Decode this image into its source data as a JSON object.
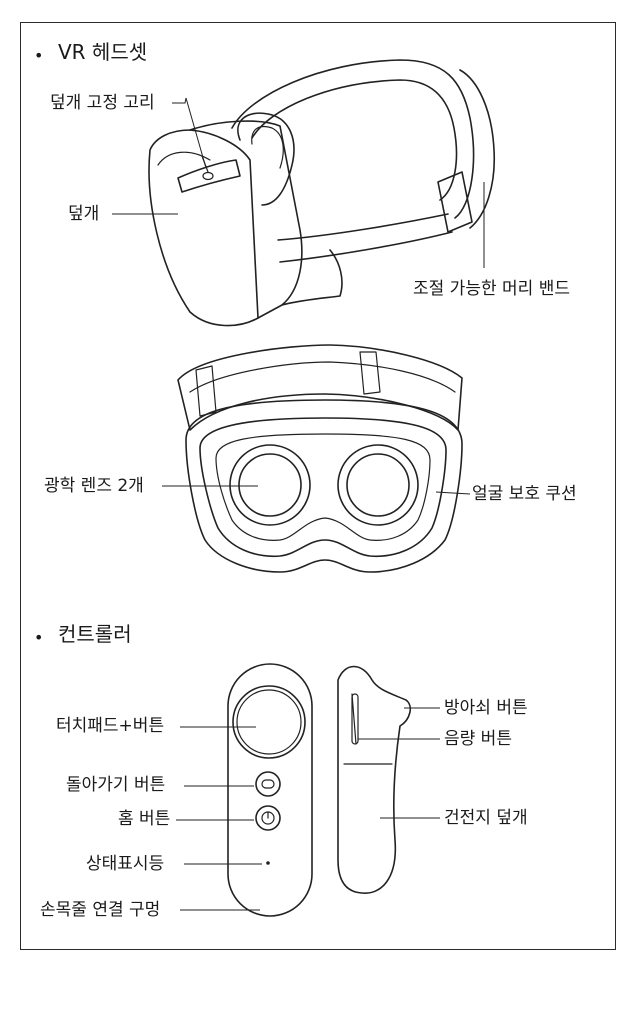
{
  "sections": {
    "headset": {
      "title": "VR 헤드셋",
      "labels": {
        "cover_latch": "덮개 고정 고리",
        "cover": "덮개",
        "head_band": "조절 가능한 머리 밴드",
        "lenses": "광학 렌즈 2개",
        "face_cushion": "얼굴 보호 쿠션"
      }
    },
    "controller": {
      "title": "컨트롤러",
      "labels": {
        "touchpad": "터치패드+버튼",
        "back_button": "돌아가기 버튼",
        "home_button": "홈 버튼",
        "status_light": "상태표시등",
        "strap_hole": "손목줄 연결 구멍",
        "app_button": "방아쇠 버튼",
        "volume_button": "음량 버튼",
        "battery_cover": "건전지 덮개"
      }
    }
  }
}
